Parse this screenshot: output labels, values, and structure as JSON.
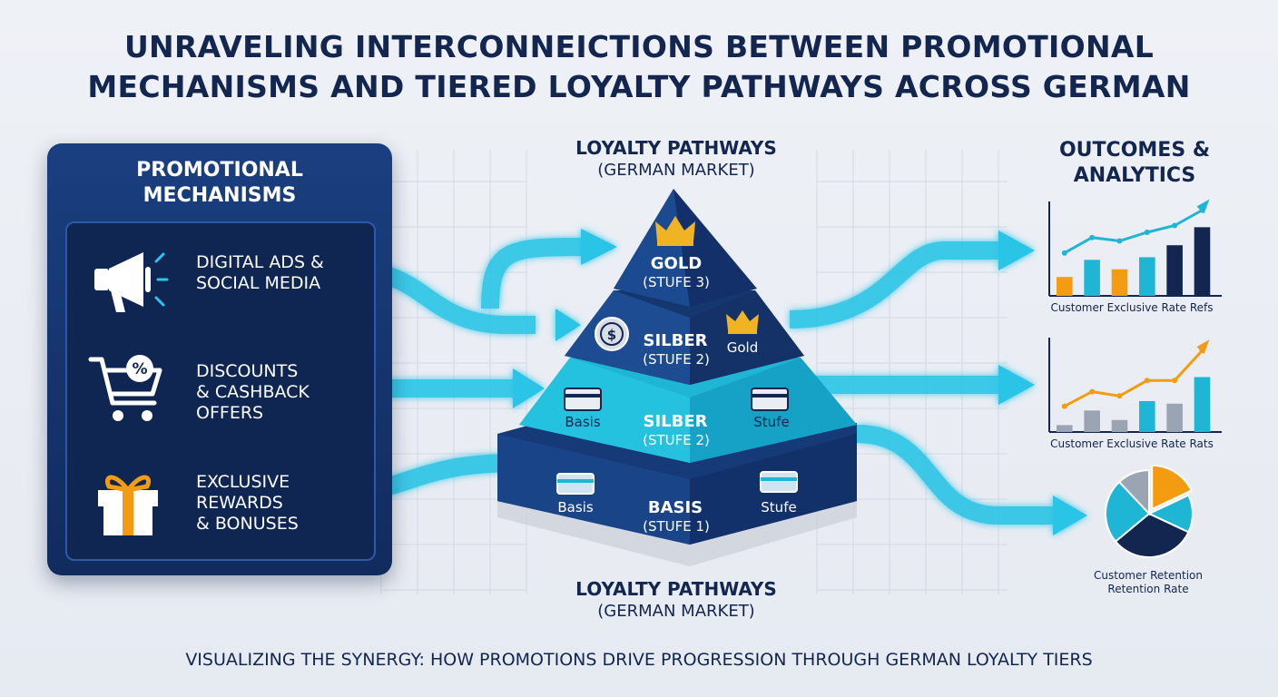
{
  "title": {
    "line1": "UNRAVELING INTERCONNEICTIONS BETWEEN PROMOTIONAL",
    "line2": "MECHANISMS AND TIERED LOYALTY PATHWAYS ACROSS GERMAN"
  },
  "promo": {
    "title": "PROMOTIONAL\nMECHANISMS",
    "items": [
      {
        "label": "DIGITAL ADS &\nSOCIAL MEDIA",
        "icon": "megaphone-icon"
      },
      {
        "label": "DISCOUNTS\n& CASHBACK\nOFFERS",
        "icon": "shopping-cart-percent-icon"
      },
      {
        "label": "EXCLUSIVE\nREWARDS\n& BONUSES",
        "icon": "gift-icon"
      }
    ]
  },
  "center": {
    "head_main": "LOYALTY PATHWAYS",
    "head_sub": "(GERMAN MARKET)",
    "foot_main": "LOYALTY PATHWAYS",
    "foot_sub": "(GERMAN MARKET)"
  },
  "pyramid": {
    "gold": {
      "main": "GOLD",
      "sub": "(STUFE 3)",
      "icon": "crown-icon"
    },
    "silber_top": {
      "main": "SILBER",
      "sub": "(STUFE 2)",
      "right_label": "Gold",
      "left_icon": "dollar-coin-icon",
      "right_icon": "crown-icon"
    },
    "silber_mid": {
      "main": "SILBER",
      "sub": "(STUFE 2)",
      "left_label": "Basis",
      "right_label": "Stufe",
      "icon": "card-icon"
    },
    "basis": {
      "main": "BASIS",
      "sub": "(STUFE 1)",
      "left_label": "Basis",
      "right_label": "Stufe",
      "icon": "card-icon"
    }
  },
  "outcomes": {
    "title": "OUTCOMES &\nANALYTICS",
    "chart1_caption": "Customer  Exclusive  Rate Refs",
    "chart2_caption": "Customer Exclusive Rate Rats",
    "pie_caption_line1": "Customer Retention",
    "pie_caption_line2": "Retention Rate"
  },
  "chart_data": [
    {
      "type": "bar",
      "series": [
        {
          "values": [
            0.22,
            0.42,
            0.31,
            0.45,
            0.59,
            0.8
          ],
          "colors": [
            "#f39c12",
            "#1fb5d4",
            "#f39c12",
            "#1fb5d4",
            "#13264f",
            "#13264f"
          ]
        },
        {
          "type": "line",
          "values": [
            0.5,
            0.68,
            0.64,
            0.74,
            0.82,
            1.0
          ],
          "color": "#1fb5d4"
        }
      ],
      "ylim": [
        0,
        1.1
      ]
    },
    {
      "type": "bar",
      "series": [
        {
          "values": [
            0.08,
            0.25,
            0.14,
            0.36,
            0.33,
            0.64
          ],
          "colors": [
            "#9aa4b2",
            "#9aa4b2",
            "#9aa4b2",
            "#1fb5d4",
            "#9aa4b2",
            "#1fb5d4"
          ]
        },
        {
          "type": "line",
          "values": [
            0.3,
            0.47,
            0.42,
            0.6,
            0.6,
            0.95
          ],
          "color": "#f39c12"
        }
      ],
      "ylim": [
        0,
        1.1
      ]
    },
    {
      "type": "pie",
      "values": [
        0.18,
        0.14,
        0.32,
        0.24,
        0.12
      ],
      "colors": [
        "#f39c12",
        "#1fb5d4",
        "#13264f",
        "#1fb5d4",
        "#9aa4b2"
      ]
    }
  ],
  "footer": "VISUALIZING THE SYNERGY: HOW PROMOTIONS DRIVE PROGRESSION THROUGH GERMAN LOYALTY TIERS",
  "colors": {
    "navy": "#13264f",
    "panel": "#1a3f80",
    "cyan": "#1fb5d4",
    "orange": "#f39c12",
    "gold": "#f0b323",
    "grey": "#9aa4b2"
  }
}
